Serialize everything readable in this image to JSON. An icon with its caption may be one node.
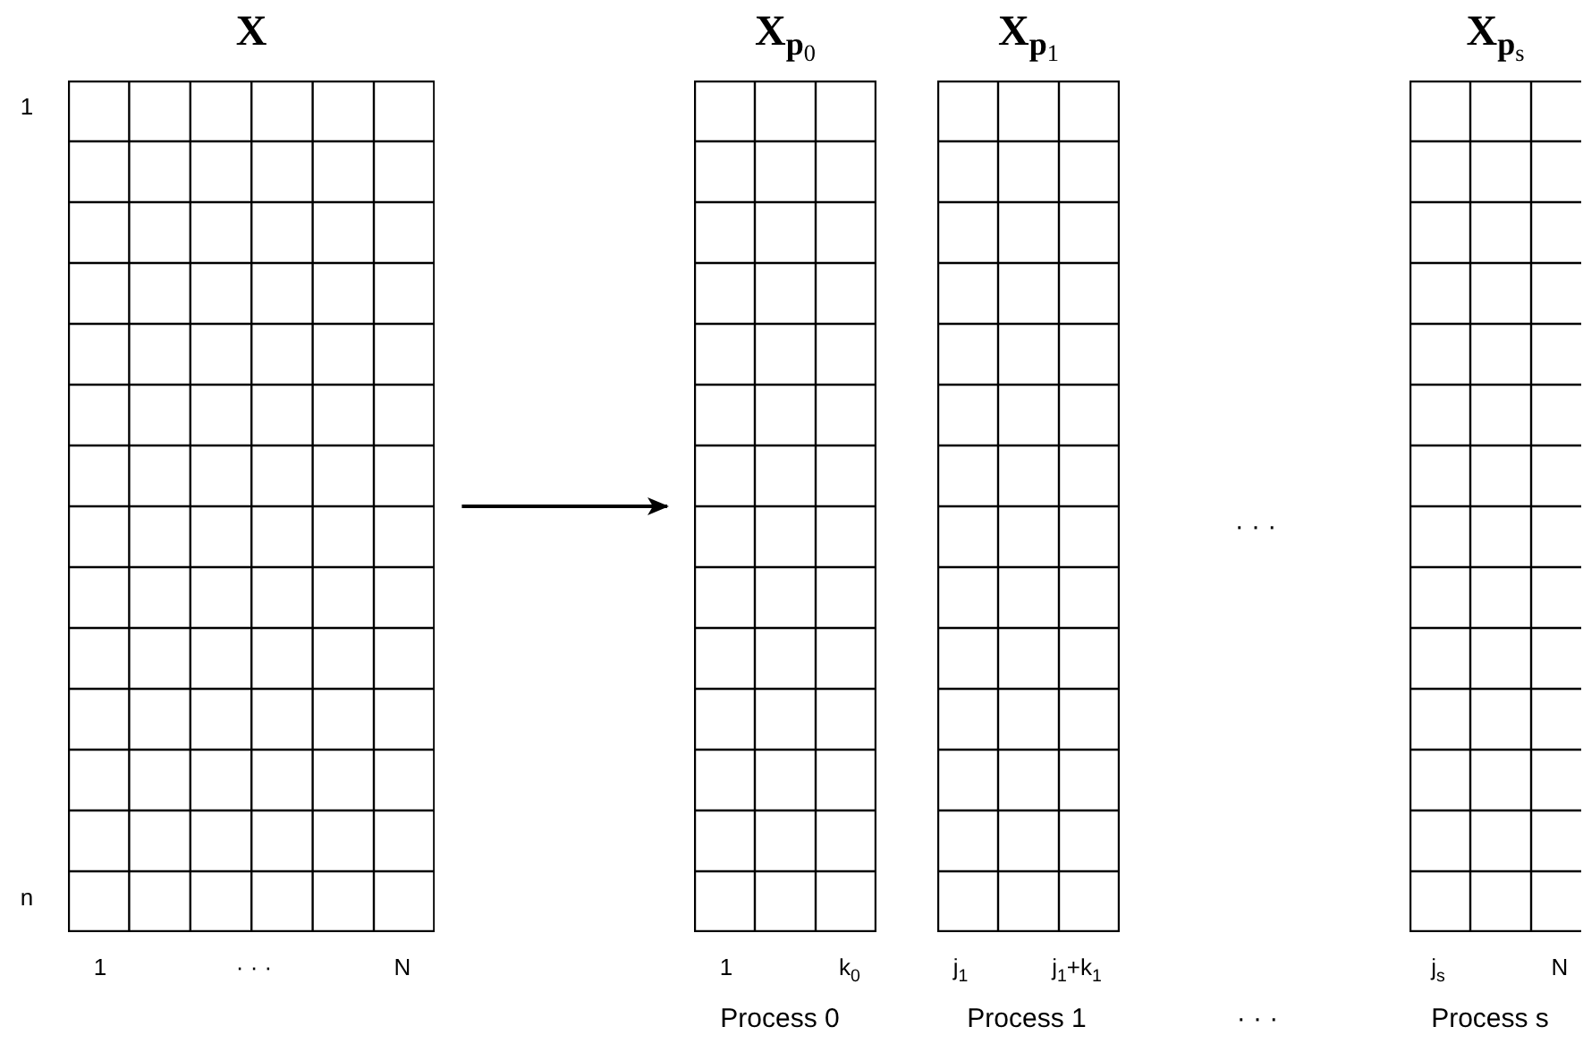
{
  "diagram": {
    "nodes": [
      {
        "text": [
          "X"
        ],
        "beside": [
          "1",
          "n",
          "1",
          "· · ·",
          "N"
        ]
      },
      {
        "text": [
          "X$_{p}$$_{0}$"
        ],
        "beside": [
          "1",
          "k$_{0}$",
          "Process 0"
        ]
      },
      {
        "text": [
          "X$_{p}$$_{1}$"
        ],
        "beside": [
          "j$_{1}$",
          "j$_{1}$+k$_{1}$",
          "Process 1"
        ]
      },
      {
        "text": [
          "X$_{p}$$_{s}$"
        ],
        "beside": [
          "j$_{s}$",
          "N",
          "Process s"
        ]
      }
    ],
    "edges": [
      {
        "from": 0,
        "to": 1,
        "arrow": "to"
      }
    ],
    "labels": [
      "· · ·",
      "· · ·"
    ]
  }
}
